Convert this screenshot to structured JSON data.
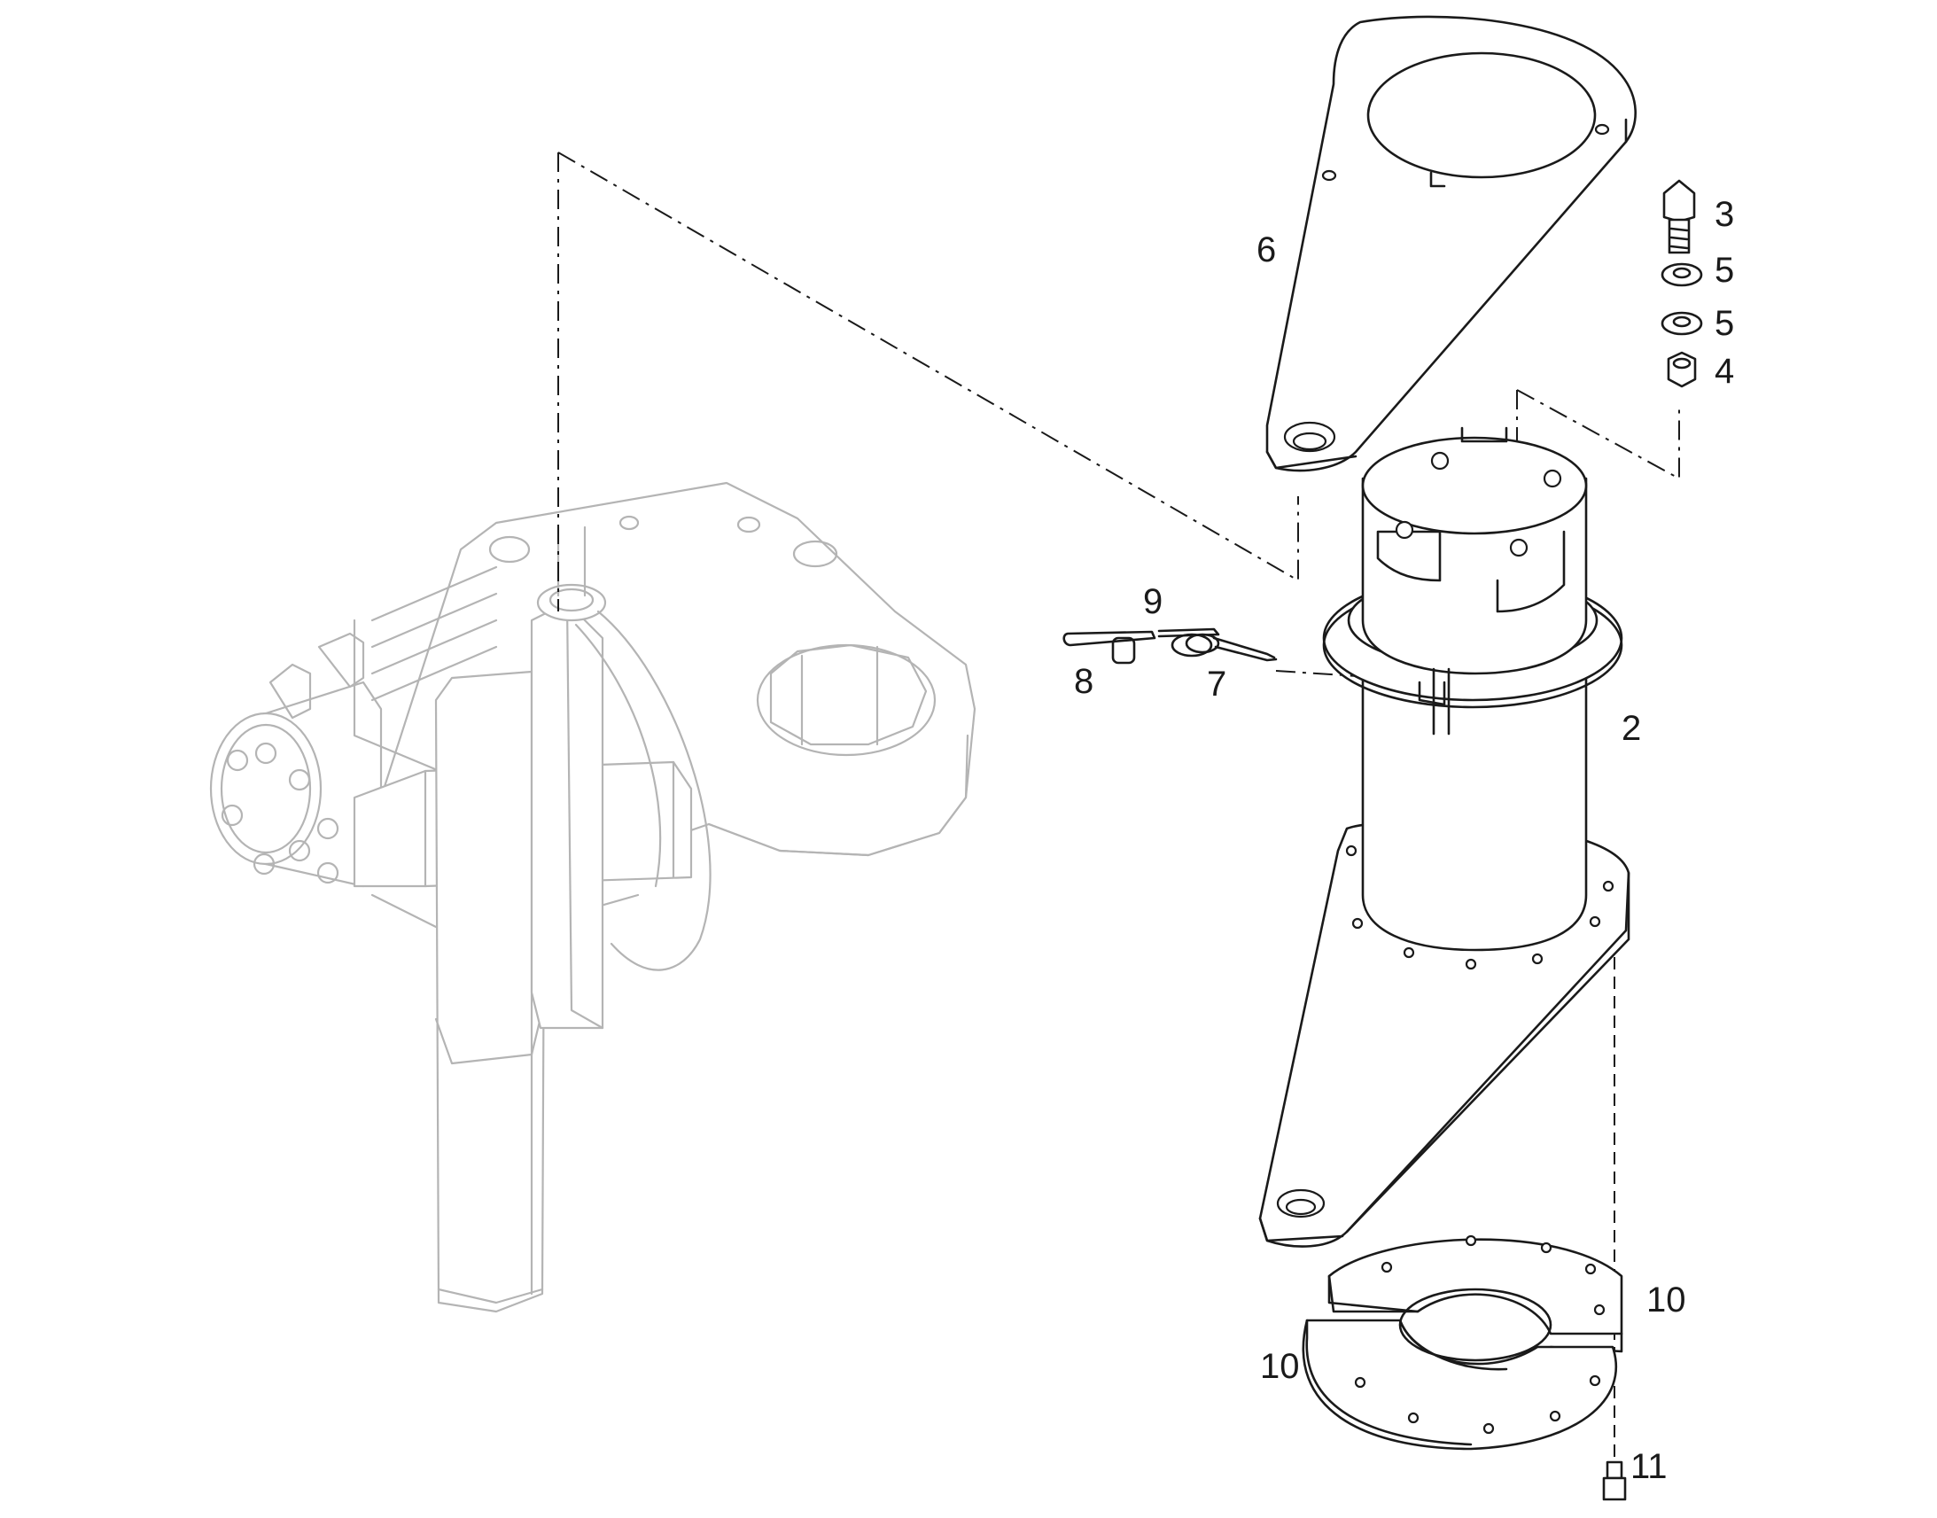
{
  "diagram": {
    "type": "exploded parts diagram",
    "callouts": [
      {
        "id": "c2",
        "text": "2"
      },
      {
        "id": "c3",
        "text": "3"
      },
      {
        "id": "c4",
        "text": "4"
      },
      {
        "id": "c5a",
        "text": "5"
      },
      {
        "id": "c5b",
        "text": "5"
      },
      {
        "id": "c6",
        "text": "6"
      },
      {
        "id": "c7",
        "text": "7"
      },
      {
        "id": "c8",
        "text": "8"
      },
      {
        "id": "c9",
        "text": "9"
      },
      {
        "id": "c10a",
        "text": "10"
      },
      {
        "id": "c10b",
        "text": "10"
      },
      {
        "id": "c11",
        "text": "11"
      }
    ],
    "colors": {
      "line": "#1a1a1a",
      "ghost": "#b4b4b4",
      "background": "#ffffff"
    }
  }
}
